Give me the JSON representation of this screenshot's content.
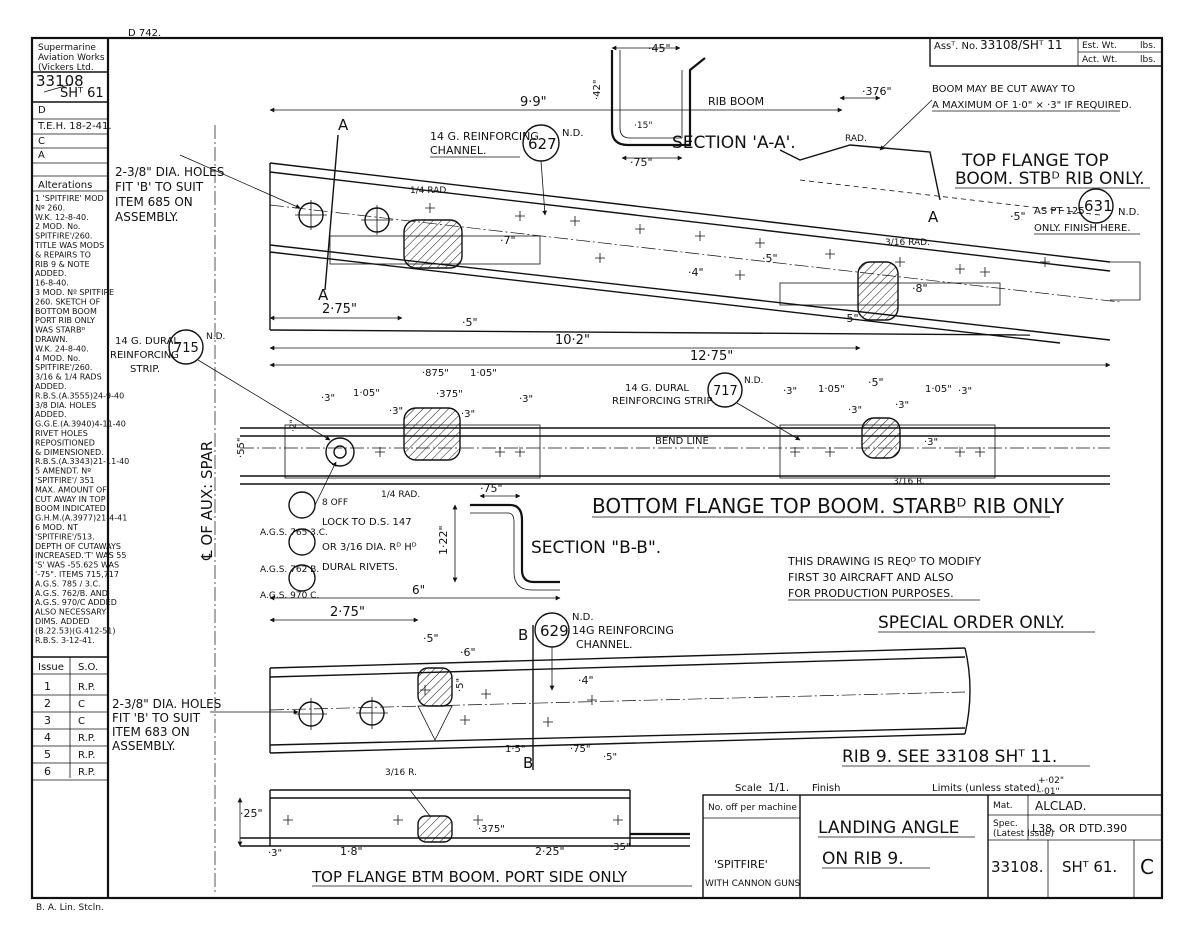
{
  "top_ref": "D 742.",
  "company": {
    "line1": "Supermarine",
    "line2": "Aviation Works",
    "line3": "(Vickers Ltd."
  },
  "drawing_no": {
    "main": "33108",
    "sheet": "SHᵀ 61"
  },
  "issue_marks": {
    "d": "D",
    "e_text": "T.E.H. 18-2-41.",
    "c": "C",
    "a": "A"
  },
  "alterations": {
    "heading": "Alterations",
    "lines": [
      "1  'SPITFIRE' MOD",
      "Nº 260.",
      "W.K. 12-8-40.",
      "2  MOD. No.",
      "SPITFIRE'/260.",
      "TITLE WAS MODS",
      "& REPAIRS TO",
      "RIB 9 & NOTE",
      "ADDED.",
      "16-8-40.",
      "3  MOD. Nº SPITFIRE",
      "260. SKETCH OF",
      "BOTTOM BOOM",
      "PORT RIB ONLY",
      "WAS STARBᴰ",
      "DRAWN.",
      "W.K. 24-8-40.",
      "4  MOD. No.",
      "SPITFIRE'/260.",
      "3/16 & 1/4 RADS",
      "ADDED.",
      "R.B.S.(A.3555)24-9-40",
      "3/8 DIA. HOLES",
      "ADDED.",
      "G.G.E.(A.3940)4-11-40",
      "RIVET HOLES",
      "REPOSITIONED",
      "& DIMENSIONED.",
      "R.B.S.(A.3343)21-11-40",
      "5  AMENDT. Nº",
      "'SPITFIRE'/ 351",
      "MAX. AMOUNT OF",
      "CUT AWAY IN TOP",
      "BOOM INDICATED",
      "G.H.M.(A.3977)21-4-41",
      "6  MOD. NT",
      "'SPITFIRE'/513.",
      "DEPTH OF CUTAWAYS",
      "INCREASED.'T' WAS 55",
      "'S' WAS -55.625 WAS",
      "'-75\". ITEMS 715,717",
      "A.G.S. 785 / 3.C.",
      "A.G.S. 762/B. AND",
      "A.G.S. 970/C ADDED",
      "ALSO NECESSARY",
      "DIMS. ADDED",
      "(B.22.53)(G.412-51)",
      "R.B.S.   3-12-41."
    ]
  },
  "issue_table": {
    "col_issue": "Issue",
    "col_so": "S.O.",
    "rows": [
      {
        "issue": "1",
        "so": "R.P."
      },
      {
        "issue": "2",
        "so": "C"
      },
      {
        "issue": "3",
        "so": "C"
      },
      {
        "issue": "4",
        "so": "R.P."
      },
      {
        "issue": "5",
        "so": "R.P."
      },
      {
        "issue": "6",
        "so": "R.P."
      }
    ]
  },
  "asst_box": {
    "asst_label": "Assᵀ. No.",
    "asst_value": "33108/SHᵀ 11",
    "est_wt": "Est. Wt.",
    "act_wt": "Act. Wt.",
    "unit": "lbs."
  },
  "views": {
    "top_flange": {
      "title": "TOP FLANGE TOP",
      "subtitle": "BOOM. STBᴰ RIB ONLY.",
      "boom_note_1": "BOOM MAY BE CUT AWAY TO",
      "boom_note_2": "A MAXIMUM OF 1·0\" × ·3\" IF REQUIRED.",
      "rib_boom": "RIB BOOM",
      "section_aa": "SECTION 'A-A'.",
      "item_627": "627",
      "nd": "N.D.",
      "channel_14g_1": "14 G. REINFORCING",
      "channel_14g_2": "CHANNEL.",
      "holes_1": "2-3/8\" DIA. HOLES",
      "holes_2": "FIT 'B' TO SUIT",
      "holes_3": "ITEM 685 ON",
      "holes_4": "ASSEMBLY.",
      "item_631": "631",
      "as_pt": "AS PT 125",
      "only_finish": "ONLY. FINISH HERE.",
      "dim_99": "9·9\"",
      "dim_275": "2·75\"",
      "dim_102": "10·2\"",
      "dim_1275": "12·75\"",
      "dim_45": "·45\"",
      "dim_42": "·42\"",
      "dim_75": "·75\"",
      "dim_15": "·15\"",
      "dim_376": "·376\"",
      "dim_5a": "·5\"",
      "dim_5b": "·5\"",
      "dim_5c": "·5\"",
      "dim_5d": "·5\"",
      "dim_4": "·4\"",
      "dim_7": "·7\"",
      "dim_8": "·8\"",
      "rad_quarter": "1/4 RAD.",
      "rad_3_16": "3/16 RAD.",
      "rad": "RAD.",
      "letter_a": "A"
    },
    "bottom_flange": {
      "title": "BOTTOM FLANGE TOP BOOM. STARBᴰ RIB ONLY",
      "item_715": "715",
      "item_717": "717",
      "dural_strip_1": "14 G. DURAL",
      "dural_strip_2": "REINFORCING",
      "dural_strip_3": "STRIP.",
      "dural_strip_b": "REINFORCING STRIP",
      "bend_line": "BEND LINE",
      "aux_spar": "℄ OF AUX: SPAR",
      "dim_875": "·875\"",
      "dim_105": "1·05\"",
      "dim_375": "·375\"",
      "dim_3": "·3\"",
      "dim_55": "·55\"",
      "dim_2": "·2\"",
      "rad_quarter": "1/4 RAD.",
      "rad_3_16": "3/16 R.",
      "ags_1": "A.G.S. 765 3.C.",
      "ags_2": "A.G.S. 762 B.",
      "ags_3": "A.G.S. 970 C.",
      "off_8": "8 OFF",
      "lock_ds": "LOCK TO D.S. 147",
      "or_rh": "OR 3/16 DIA. Rᴰ Hᴰ",
      "dural_rivets": "DURAL RIVETS."
    },
    "section_bb": {
      "title": "SECTION \"B-B\".",
      "dim_75": "·75\"",
      "dim_122": "1·22\"",
      "dim_6": "6\""
    },
    "notes": {
      "line1": "THIS DRAWING IS REQᴰ TO MODIFY",
      "line2": "FIRST 30 AIRCRAFT AND ALSO",
      "line3": "FOR PRODUCTION PURPOSES.",
      "special": "SPECIAL ORDER ONLY.",
      "rib9": "RIB 9. SEE 33108 SHᵀ 11."
    },
    "lower_rib": {
      "item_629": "629",
      "channel_1": "14G REINFORCING",
      "channel_2": "CHANNEL.",
      "holes_1": "2-3/8\" DIA. HOLES",
      "holes_2": "FIT 'B' TO SUIT",
      "holes_3": "ITEM 683 ON",
      "holes_4": "ASSEMBLY.",
      "dim_275": "2·75\"",
      "dim_5": "·5\"",
      "dim_6": "·6\"",
      "dim_5b": "·5\"",
      "dim_4": "·4\"",
      "dim_15": "1·5\"",
      "dim_75": "·75\"",
      "dim_5c": "·5\"",
      "letter_b": "B"
    },
    "top_flange_btm": {
      "title": "TOP FLANGE BTM BOOM. PORT SIDE ONLY",
      "dim_25": "·25\"",
      "dim_3": "·3\"",
      "dim_18": "1·8\"",
      "dim_225": "2·25\"",
      "dim_375": "·375\"",
      "dim_35": "·35\"",
      "rad": "3/16 R."
    }
  },
  "title_block": {
    "scale_label": "Scale",
    "scale_value": "1/1.",
    "finish_label": "Finish",
    "limits_label": "Limits (unless stated)",
    "limits_plus": "+·02\"",
    "limits_minus": "-·01\"",
    "no_off": "No. off per machine",
    "title_1": "LANDING ANGLE",
    "title_2": "ON RIB 9.",
    "mat_label": "Mat.",
    "mat_value": "ALCLAD.",
    "spec_label": "Spec.",
    "spec_sub": "(Latest Issue)",
    "spec_value": "L38. OR DTD.390",
    "number": "33108.",
    "sheet": "SHᵀ 61.",
    "issue": "C",
    "aircraft": "'SPITFIRE'",
    "guns": "WITH CANNON GUNS"
  },
  "bottom_ref": "B. A. Lin. Stcln."
}
